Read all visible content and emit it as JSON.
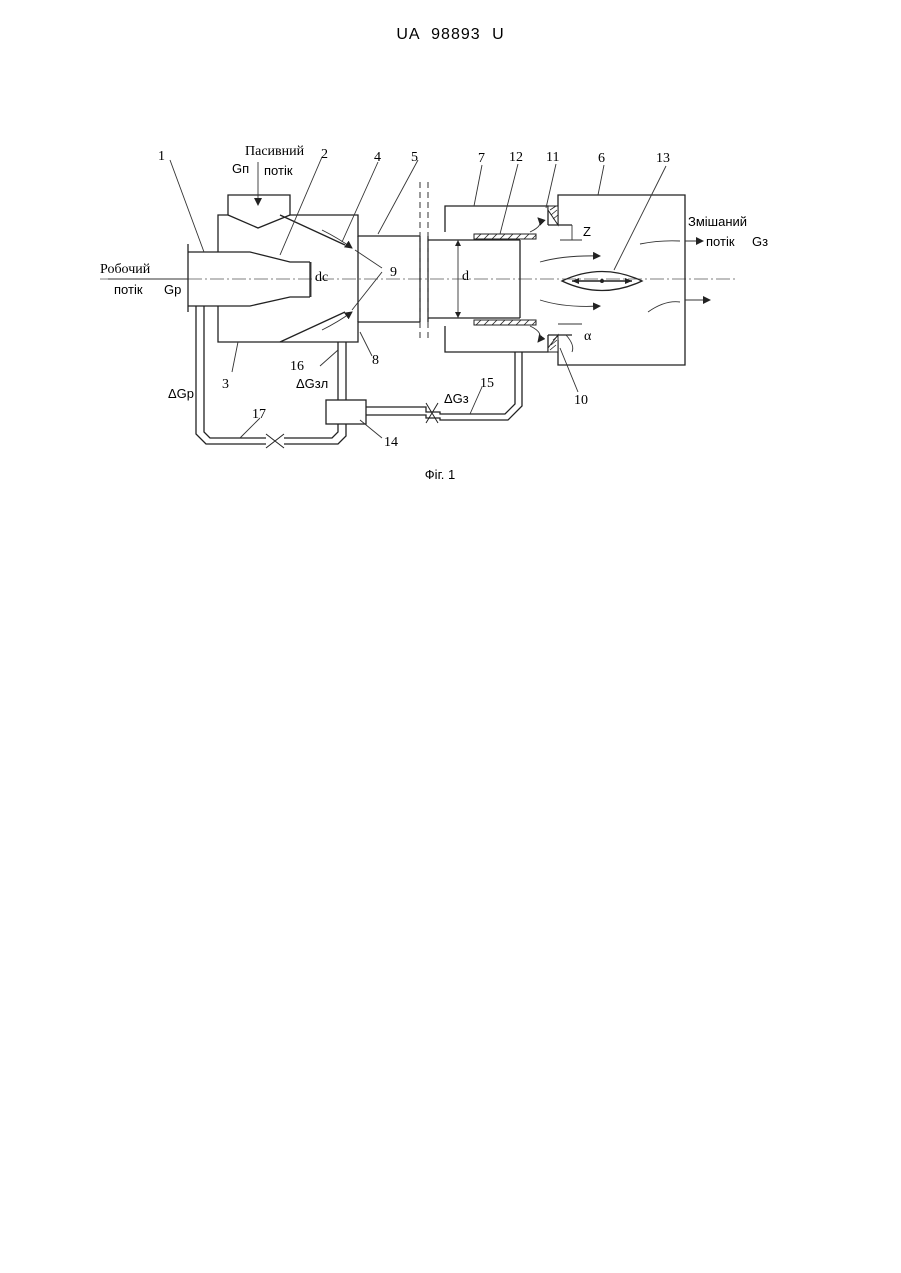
{
  "document": {
    "header": "UA 98893 U",
    "caption": "Фіг. 1"
  },
  "figure": {
    "part_numbers": [
      "1",
      "2",
      "3",
      "4",
      "5",
      "6",
      "7",
      "8",
      "9",
      "10",
      "11",
      "12",
      "13",
      "14",
      "15",
      "16",
      "17"
    ],
    "labels": {
      "passive_flow_title": "Пасивний",
      "passive_flow_sub": "потік",
      "passive_flow_symbol": "Gп",
      "working_flow_title": "Робочий",
      "working_flow_sub": "потік",
      "working_flow_symbol": "Gр",
      "mixed_flow_title": "Змішаний",
      "mixed_flow_sub": "потік",
      "mixed_flow_symbol": "Gз",
      "dim_dc": "dc",
      "dim_d": "d",
      "dim_z": "Z",
      "angle": "α",
      "delta_gp": "ΔGр",
      "delta_g3": "ΔGз",
      "delta_gzl": "ΔGзл"
    }
  }
}
